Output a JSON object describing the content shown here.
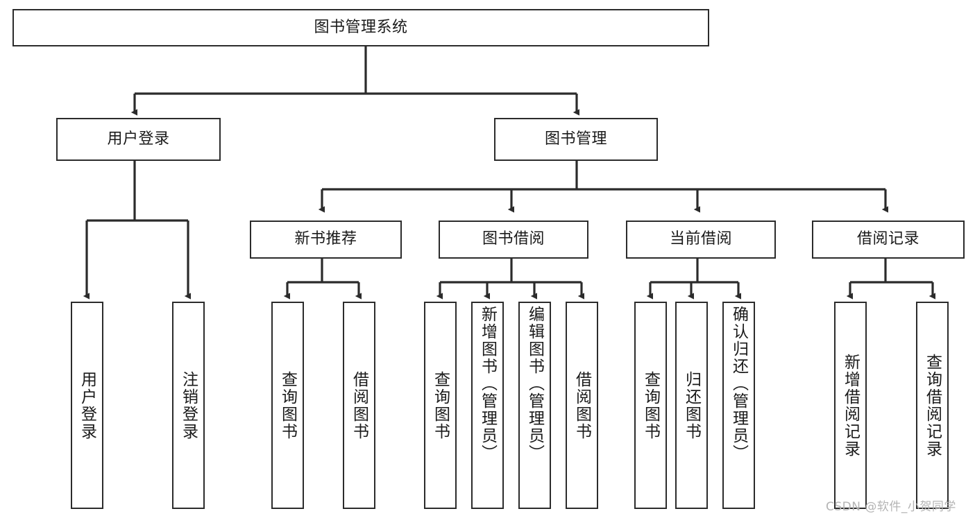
{
  "diagram": {
    "title": "图书管理系统",
    "type": "tree-hierarchy-chart",
    "root": {
      "label": "图书管理系统"
    },
    "level2": [
      {
        "label": "用户登录"
      },
      {
        "label": "图书管理"
      }
    ],
    "level3": [
      {
        "label": "新书推荐"
      },
      {
        "label": "图书借阅"
      },
      {
        "label": "当前借阅"
      },
      {
        "label": "借阅记录"
      }
    ],
    "leaves": [
      {
        "label": "用户登录",
        "parent": "用户登录"
      },
      {
        "label": "注销登录",
        "parent": "用户登录"
      },
      {
        "label": "查询图书",
        "parent": "新书推荐"
      },
      {
        "label": "借阅图书",
        "parent": "新书推荐"
      },
      {
        "label": "查询图书",
        "parent": "图书借阅"
      },
      {
        "label": "新增图书（管理员）",
        "parent": "图书借阅"
      },
      {
        "label": "编辑图书（管理员）",
        "parent": "图书借阅"
      },
      {
        "label": "借阅图书",
        "parent": "图书借阅"
      },
      {
        "label": "查询图书",
        "parent": "当前借阅"
      },
      {
        "label": "归还图书",
        "parent": "当前借阅"
      },
      {
        "label": "确认归还（管理员）",
        "parent": "当前借阅"
      },
      {
        "label": "新增借阅记录",
        "parent": "借阅记录"
      },
      {
        "label": "查询借阅记录",
        "parent": "借阅记录"
      }
    ],
    "watermark": "CSDN @软件_小贺同学",
    "colors": {
      "background": "#ffffff",
      "stroke": "#2b2b2b",
      "text": "#1a1a1a",
      "watermark": "#b4b4b4"
    }
  }
}
